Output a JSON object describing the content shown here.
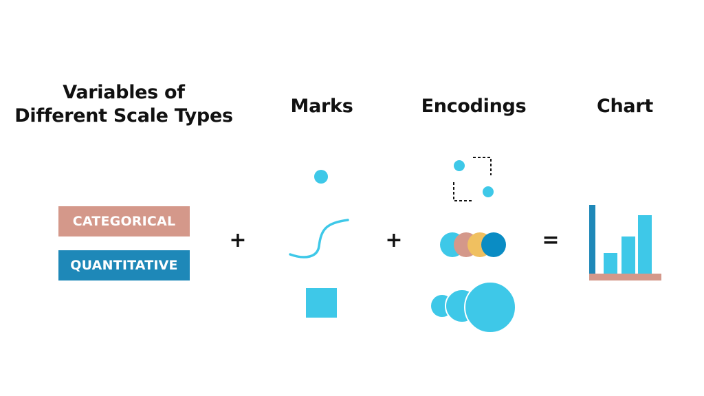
{
  "headings": {
    "variables": "Variables of Different Scale Types",
    "marks": "Marks",
    "encodings": "Encodings",
    "chart": "Chart"
  },
  "variables": {
    "categorical": {
      "label": "CATEGORICAL",
      "color": "#d4988a"
    },
    "quantitative": {
      "label": "QUANTITATIVE",
      "color": "#1e88b8"
    }
  },
  "operators": {
    "plus_1": "+",
    "plus_2": "+",
    "equals": "="
  },
  "marks": [
    "point-mark-icon",
    "line-mark-icon",
    "area-mark-icon"
  ],
  "encodings": [
    "position-encoding-icon",
    "color-encoding-icon",
    "size-encoding-icon"
  ],
  "chart_icon": "bar-chart-icon",
  "colors": {
    "accent_cyan": "#3ec8e8",
    "salmon": "#d4988a",
    "mustard": "#f0c060",
    "blue": "#1e88b8",
    "dark_blue": "#0a8cc4",
    "text": "#111111"
  }
}
